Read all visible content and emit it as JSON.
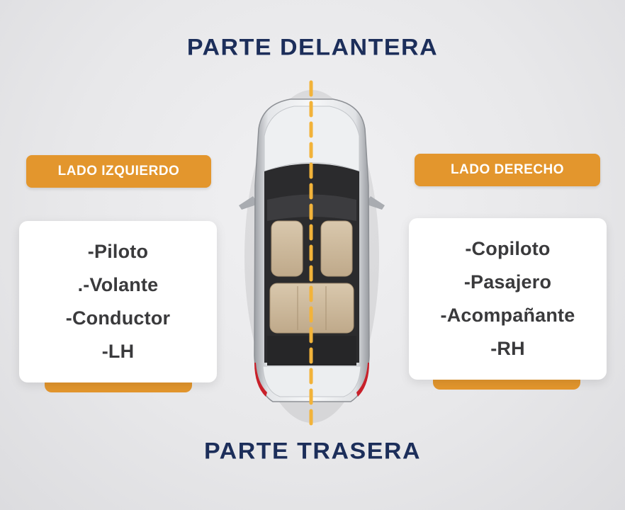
{
  "header": {
    "title": "PARTE DELANTERA"
  },
  "footer": {
    "title": "PARTE TRASERA"
  },
  "left": {
    "label": "LADO IZQUIERDO",
    "items": [
      "-Piloto",
      ".-Volante",
      "-Conductor",
      "-LH"
    ]
  },
  "right": {
    "label": "LADO DERECHO",
    "items": [
      "-Copiloto",
      "-Pasajero",
      "-Acompañante",
      "-RH"
    ]
  },
  "car": {
    "description": "top-view-car-with-centerline"
  },
  "colors": {
    "title": "#1c2e5a",
    "accent": "#e3962d",
    "text": "#3a3a3c",
    "centerline": "#f2b33a"
  }
}
